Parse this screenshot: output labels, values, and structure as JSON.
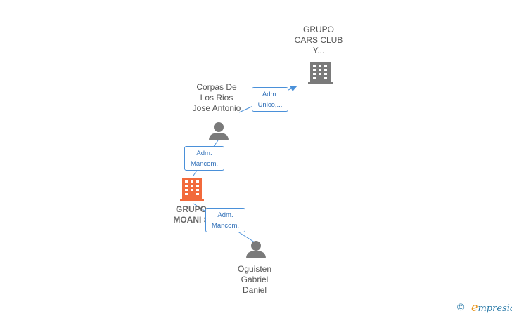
{
  "nodes": {
    "grupo_cars": {
      "lines": [
        "GRUPO",
        "CARS CLUB",
        "Y..."
      ]
    },
    "corpas": {
      "lines": [
        "Corpas De",
        "Los Rios",
        "Jose Antonio"
      ]
    },
    "grupo_moani": {
      "lines": [
        "GRUPO",
        "MOANI S"
      ]
    },
    "oguisten": {
      "lines": [
        "Oguisten",
        "Gabriel",
        "Daniel"
      ]
    }
  },
  "edges": {
    "corpas_to_cars": {
      "lines": [
        "Adm.",
        "Unico,..."
      ]
    },
    "corpas_to_moani": {
      "lines": [
        "Adm.",
        "Mancom."
      ]
    },
    "moani_to_oguisten": {
      "lines": [
        "Adm.",
        "Mancom."
      ]
    }
  },
  "colors": {
    "company_gray": "#7a7a7a",
    "company_highlight": "#f26a3c",
    "person": "#7a7a7a",
    "edge": "#4a90d9",
    "edge_text": "#2f6fb8"
  },
  "watermark": {
    "symbol": "©",
    "brand_first": "e",
    "brand_rest": "mpresia"
  }
}
